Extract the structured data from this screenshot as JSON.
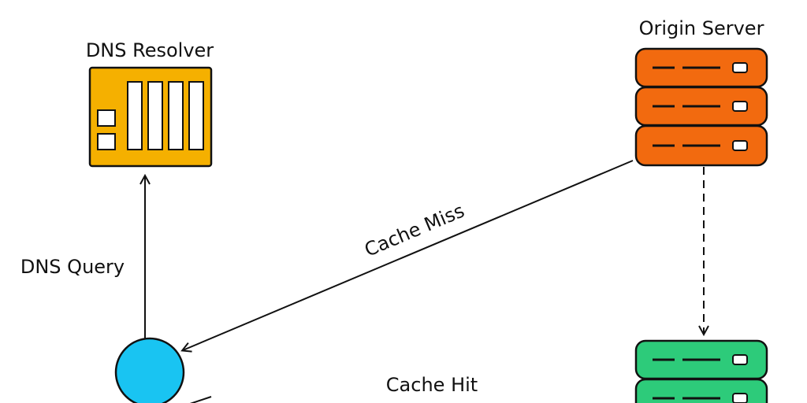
{
  "labels": {
    "dns_resolver": "DNS Resolver",
    "origin_server": "Origin Server",
    "dns_query": "DNS Query",
    "cache_miss": "Cache Miss",
    "cache_hit": "Cache Hit"
  },
  "colors": {
    "dns_resolver": "#F5B000",
    "origin_server": "#F26A0F",
    "cache_server": "#2DCB7A",
    "client": "#19C4F2",
    "stroke": "#111111"
  },
  "icons": {
    "dns_resolver": "dns-resolver-icon",
    "origin_server": "origin-server-icon",
    "cache_server": "cache-server-icon",
    "client": "client-icon"
  }
}
